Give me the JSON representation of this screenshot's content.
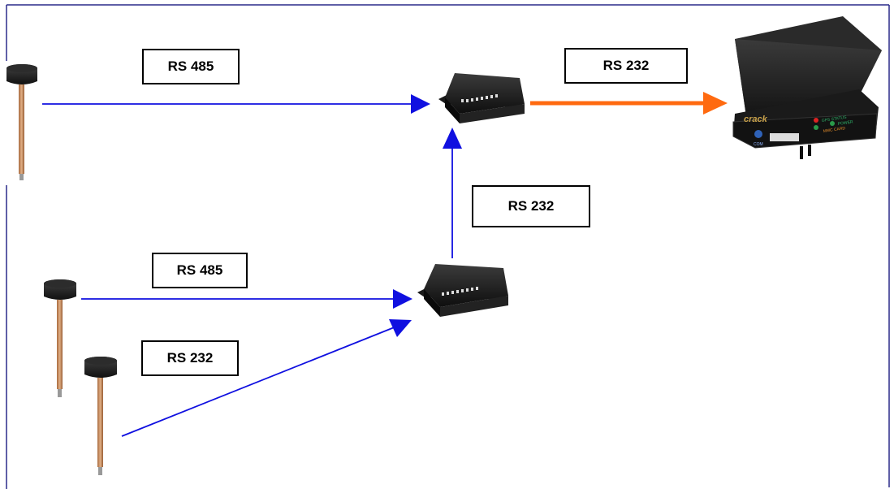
{
  "labels": {
    "sensor1_link": "RS 485",
    "hub_to_logger_link": "RS 232",
    "hub_to_hub_link": "RS 232",
    "sensor2_link": "RS 485",
    "sensor3_link": "RS 232"
  },
  "logger": {
    "brand": "crack",
    "led_labels": [
      "GPS STATUS",
      "POWER",
      "MMC CARD"
    ],
    "port_label": "COM"
  },
  "colors": {
    "link_blue": "#1010e0",
    "link_orange": "#ff6a10",
    "frame": "#2a2a8a",
    "probe_rod": "#c98a5a"
  },
  "icons": {
    "sensor": "soil-probe-sensor-icon",
    "hub": "junction-box-icon",
    "logger": "data-logger-icon"
  }
}
